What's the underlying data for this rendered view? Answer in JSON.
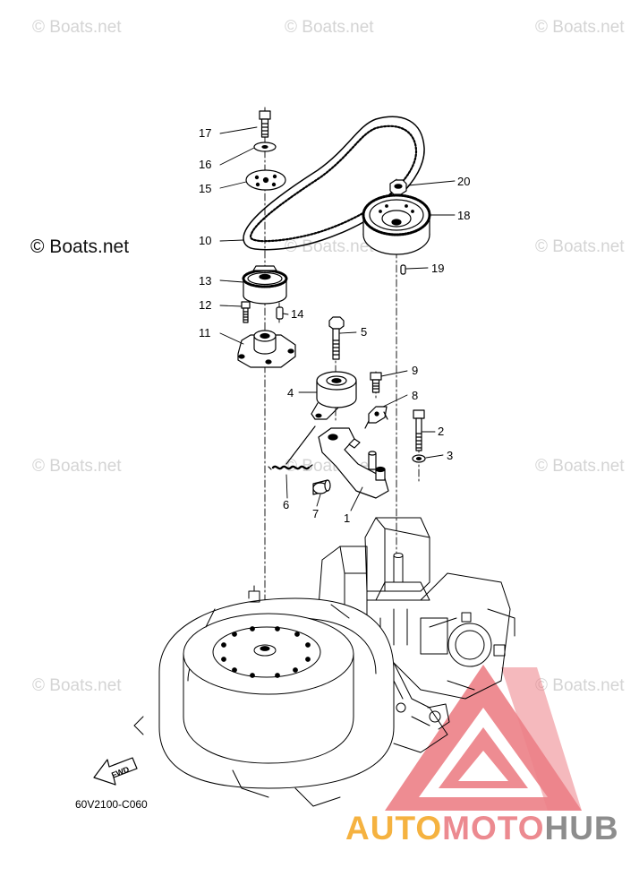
{
  "watermark": {
    "text": "© Boats.net",
    "strong_text": "© Boats.net"
  },
  "diagram_code": "60V2100-C060",
  "fwd_label": "FWD",
  "brand": {
    "part1": "AUTO",
    "part2": "MOTO",
    "part3": "HUB"
  },
  "callouts": [
    "1",
    "2",
    "3",
    "4",
    "5",
    "6",
    "7",
    "8",
    "9",
    "10",
    "11",
    "12",
    "13",
    "14",
    "15",
    "16",
    "17",
    "18",
    "19",
    "20"
  ],
  "colors": {
    "line": "#000000",
    "watermark": "#d4d4d4",
    "logo_red": "#ec7f86",
    "logo_orange": "#f5b240",
    "logo_gray": "#8d8d8d"
  }
}
